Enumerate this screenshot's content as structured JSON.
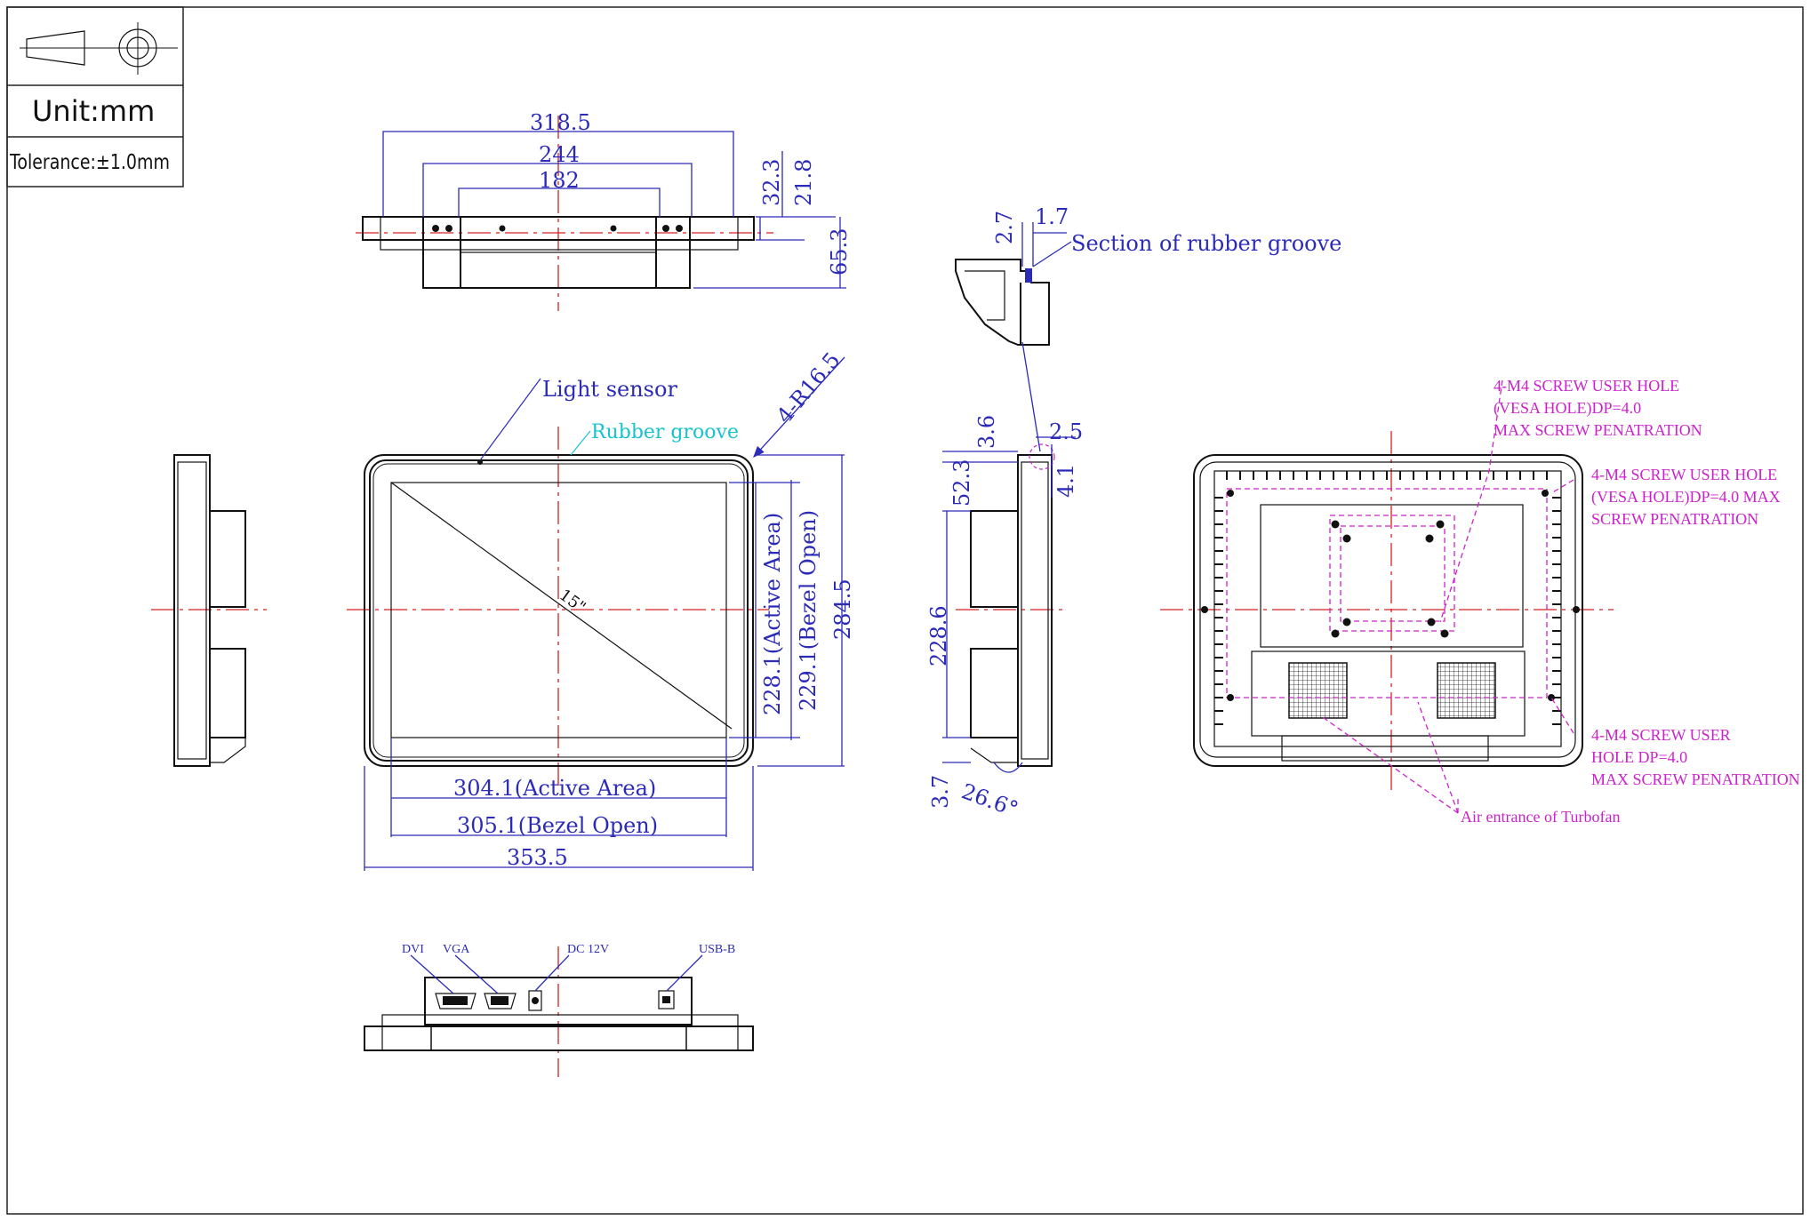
{
  "title_block": {
    "unit": "Unit:mm",
    "tolerance": "Tolerance:±1.0mm",
    "projection_icon": "first-angle-projection-icon"
  },
  "top_view": {
    "dims": [
      "318.5",
      "244",
      "182",
      "32.3",
      "21.8",
      "65.3"
    ]
  },
  "section_view": {
    "dims": [
      "2.7",
      "1.7"
    ],
    "label": "Section of rubber groove"
  },
  "front_view": {
    "light_sensor": "Light sensor",
    "rubber_groove": "Rubber groove",
    "radius": "4-R16.5",
    "diagonal": "15\"",
    "active_height": "228.1(Active Area)",
    "bezel_height": "229.1(Bezel Open)",
    "overall_height": "284.5",
    "active_width": "304.1(Active Area)",
    "bezel_width": "305.1(Bezel Open)",
    "overall_width": "353.5"
  },
  "side_view": {
    "dims": [
      "3.6",
      "2.5",
      "52.3",
      "4.1",
      "228.6",
      "3.7",
      "26.6°"
    ]
  },
  "rear_view": {
    "vesa_note": [
      "4-M4 SCREW USER HOLE",
      "(VESA HOLE)DP=4.0",
      "MAX SCREW PENATRATION"
    ],
    "mount_note": [
      "4-M4 SCREW USER HOLE",
      "(VESA HOLE)DP=4.0 MAX",
      "SCREW PENATRATION"
    ],
    "lower_note": [
      "4-M4 SCREW USER",
      "HOLE DP=4.0",
      "MAX SCREW PENATRATION"
    ],
    "fan_note": "Air entrance of Turbofan"
  },
  "bottom_view": {
    "ports": [
      "DVI",
      "VGA",
      "DC 12V",
      "USB-B"
    ]
  },
  "colors": {
    "dimension": "#2b2bb8",
    "centerline": "#d62020",
    "annotation": "#cc22cc",
    "rubber_groove": "#17c3cc",
    "outline": "#111111"
  }
}
